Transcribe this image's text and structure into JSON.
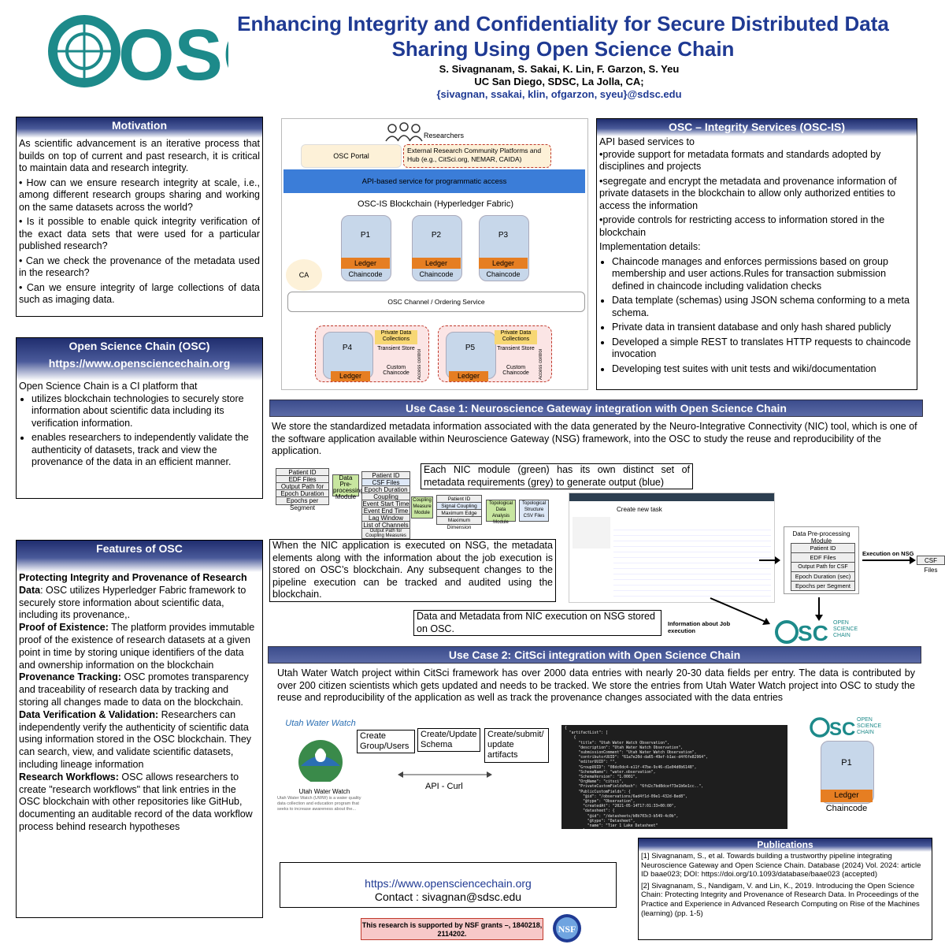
{
  "header": {
    "logo": "OSC",
    "title": "Enhancing Integrity and Confidentiality for Secure Distributed Data Sharing Using Open Science Chain",
    "authors": "S. Sivagnanam, S. Sakai, K. Lin, F. Garzon, S. Yeu",
    "affiliation": "UC San Diego, SDSC, La Jolla, CA;",
    "emails": "{sivagnan, ssakai, klin, ofgarzon, syeu}@sdsc.edu"
  },
  "motivation": {
    "title": "Motivation",
    "intro": "As scientific advancement is an iterative process that builds on top of current and past research, it is critical to maintain data and research integrity.",
    "points": [
      "• How can we ensure research integrity at scale, i.e., among different research groups sharing and working on the same datasets across the world?",
      "• Is it possible to enable quick integrity verification of the exact data sets that were used for a particular published research?",
      "• Can we check the provenance of the metadata used in the research?",
      "• Can we ensure integrity of large collections of data such as imaging data."
    ]
  },
  "osc_box": {
    "title": "Open Science Chain (OSC)",
    "url": "https://www.opensciencechain.org",
    "intro": "Open Science Chain is a CI platform that",
    "points": [
      "utilizes blockchain technologies to securely store information about scientific data including its verification information.",
      "enables researchers to independently validate the authenticity of datasets, track and view the provenance of the data in an efficient manner."
    ]
  },
  "features": {
    "title": "Features of OSC",
    "items": [
      {
        "head": "Protecting Integrity and Provenance of Research Data",
        "body": ": OSC utilizes Hyperledger Fabric framework  to securely store information about scientific data, including its provenance,."
      },
      {
        "head": "Proof of Existence:",
        "body": " The platform provides immutable proof of the existence of research datasets at a given point in time by storing unique identifiers of the data and ownership information on the blockchain"
      },
      {
        "head": "Provenance Tracking:",
        "body": " OSC promotes transparency and traceability of research data by tracking and storing all changes made to data on the blockchain."
      },
      {
        "head": "Data Verification & Validation:",
        "body": " Researchers can independently verify the authenticity of scientific data using information stored in the OSC blockchain. They can search, view, and validate scientific datasets, including lineage information"
      },
      {
        "head": "Research Workflows:",
        "body": " OSC allows researchers to create \"research workflows\" that link entries in the OSC blockchain with other repositories like GitHub, documenting an auditable record of the data workflow process behind research hypotheses"
      }
    ]
  },
  "arch": {
    "researchers": "Researchers",
    "portal": "OSC Portal",
    "external": "External Research Community Platforms and Hub (e.g., CitSci.org, NEMAR, CAIDA)",
    "api": "API-based service for programmatic access",
    "blockchain": "OSC-IS Blockchain (Hyperledger Fabric)",
    "peers": [
      "P1",
      "P2",
      "P3"
    ],
    "ledger": "Ledger",
    "chaincode": "Chaincode",
    "ca": "CA",
    "channel": "OSC Channel / Ordering Service",
    "private_peers": [
      "P4",
      "P5"
    ],
    "pdc": "Private Data Collections",
    "transient": "Transient Store",
    "custom": "Custom Chaincode",
    "access": "Access control"
  },
  "integrity": {
    "title": "OSC – Integrity Services (OSC-IS)",
    "lead": "API based services to",
    "services": [
      "•provide support for metadata formats and standards adopted by disciplines and projects",
      "•segregate and encrypt the metadata and provenance information of private datasets in the blockchain to allow only authorized entities to access the information",
      "•provide controls for restricting access to information stored in the blockchain"
    ],
    "impl_lead": "Implementation details:",
    "impl": [
      "Chaincode manages and enforces permissions based on group membership and user actions.Rules for transaction submission defined in chaincode including validation checks",
      "Data template (schemas) using JSON schema conforming to a meta schema.",
      "Private data in transient database and only hash shared publicly",
      "Developed a simple REST to translates HTTP requests to chaincode invocation",
      "Developing test suites with unit tests and wiki/documentation"
    ]
  },
  "usecase1": {
    "title": "Use Case 1: Neuroscience Gateway integration with Open Science Chain",
    "text": "We store the standardized metadata information associated with the data generated by the Neuro-Integrative Connectivity (NIC) tool, which is one of the software application available within Neuroscience Gateway (NSG) framework, into the OSC to study the reuse and reproducibility of the application.",
    "note1": "Each NIC module (green) has its own distinct  set of metadata requirements (grey) to generate output (blue)",
    "note2": "When the NIC application is executed on NSG, the metadata elements along with the information about the job execution is stored on OSC’s blockchain. Any subsequent changes to the pipeline execution can be tracked and audited using the blockchain.",
    "note3": "Data and Metadata from NIC execution on NSG stored on OSC.",
    "flow_inputs": [
      "Patient ID",
      "EDF Files",
      "Output Path for CSF Files",
      "Epoch Duration (sec)",
      "Epochs per Segment"
    ],
    "flow_module1": "Data Pre-processing Module",
    "flow_outputs": [
      "Patient ID",
      "CSF Files",
      "Epoch Duration (sec)",
      "Coupling Measures",
      "Event Start Time",
      "Event End Time",
      "Lag Window",
      "List of Channels",
      "Output Path for Coupling Measures"
    ],
    "flow_module2": "Coupling Measure Module",
    "flow_outputs2": [
      "Patient ID",
      "Signal Coupling Values",
      "Maximum Edge Density",
      "Maximum Dimension"
    ],
    "flow_module3": "Topological Data Analysis Module",
    "flow_out3": "Topological Structure CSV Files",
    "nsg_title": "Create new task",
    "dp_title": "Data Pre-processing Module",
    "dp_items": [
      "Patient ID",
      "EDF Files",
      "Output Path for CSF Files",
      "Epoch Duration (sec)",
      "Epochs per Segment"
    ],
    "exec_label": "Execution on NSG",
    "csf_label": "CSF Files",
    "job_label": "Information about Job execution",
    "osc_logo_text": "OPEN SCIENCE CHAIN"
  },
  "usecase2": {
    "title": "Use Case 2: CitSci integration with Open Science Chain",
    "text": "Utah Water Watch project within CitSci framework has over 2000 data entries with nearly 20-30 data fields per entry. The data is contributed by over 200 citizen scientists which gets updated and needs to be tracked. We store the entries from Utah Water Watch project into OSC to study the reuse and reproducibility of the application as well as track the provenance changes associated with the data entries",
    "uww": "Utah Water Watch",
    "uww_caption": "Utah Water Watch (UWW) is a water quality data collection and education program that seeks to increase awareness about the...",
    "step1": "Create Group/Users",
    "step2": "Create/Update Schema",
    "step3": "Create/submit/ update artifacts",
    "api": "API - Curl",
    "peer": "P1",
    "ledger": "Ledger",
    "chaincode": "Chaincode"
  },
  "json_lines": [
    "{",
    "  \"artifactList\": [",
    "    {",
    "      \"title\": \"Utah Water Watch Observation\",",
    "      \"description\": \"Utah Water Watch Observation\",",
    "      \"submissionComment\": \"Utah Water Watch Observation\",",
    "      \"contributorUUID\": \"61a7e20d-da65-49ef-b1ac-d4f6fe82964\",",
    "      \"editorUUID\": \"\",",
    "      \"GroupUUID\": \"08dc0dc4-e11f-47be-9c46-d1e04d0b6148\",",
    "      \"SchemaName\": \"water.observation\",",
    "      \"SchemaVersion\": \"1.0001\",",
    "      \"OrgName\": \"citsci\",",
    "      \"PrivateCustomFieldsHash\": \"6fd2c7bd8dcef73e1b6e1cc..\",",
    "      \"PublicCustomFields\": {",
    "        \"@id\": \"/observations/6ad4f1d-09e1-432d-8ed8\",",
    "        \"@type\": \"Observation\",",
    "        \"createdAt\": \"2021-05-14T17:01:33+00:00\",",
    "        \"datasheet\": {",
    "          \"@id\": \"/datasheets/b0b703c3-b549-4c0b\",",
    "          \"@type\": \"Datasheet\",",
    "          \"name\": \"Tier 1 Lake Datasheet\"",
    "        },"
  ],
  "links": {
    "url": "https://www.opensciencechain.org",
    "contact": "Contact : sivagnan@sdsc.edu"
  },
  "nsf": "This research is supported by NSF grants –, 1840218, 2114202.",
  "nsf_logo": "NSF",
  "publications": {
    "title": "Publications",
    "refs": [
      "[1] Sivagnanam, S., et al. Towards building a trustworthy pipeline integrating Neuroscience Gateway and Open Science Chain. Database (2024) Vol. 2024: article ID baae023; DOI: https://doi.org/10.1093/database/baae023 (accepted)",
      "[2] Sivagnanam, S., Nandigam, V. and Lin, K., 2019. Introducing the Open Science Chain: Protecting Integrity and Provenance of Research Data. In Proceedings of the Practice and Experience in Advanced Research Computing on Rise of the Machines (learning) (pp. 1-5)"
    ]
  },
  "colors": {
    "navy": "#1f3a93",
    "teal": "#1d8a8a",
    "orange": "#e67e22",
    "api_blue": "#3b7dd8"
  }
}
